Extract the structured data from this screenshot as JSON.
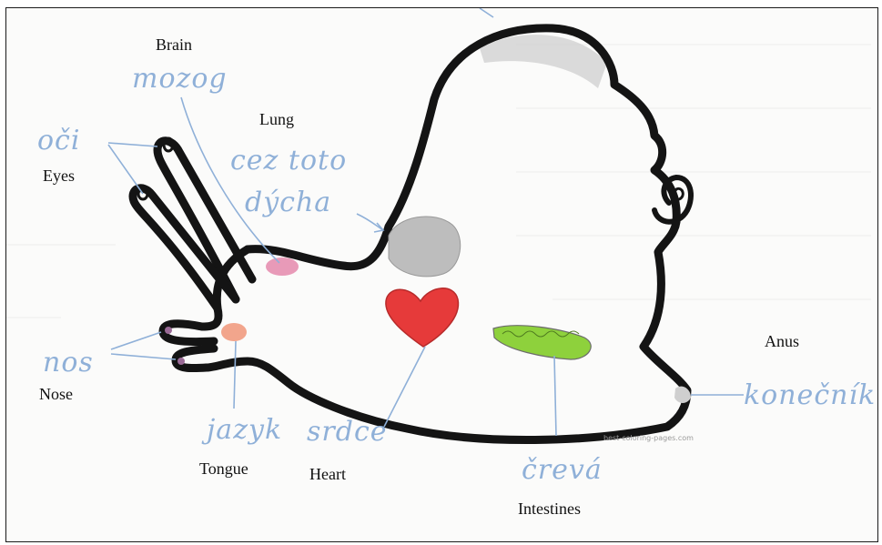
{
  "labels": {
    "brain": "Brain",
    "lung": "Lung",
    "eyes": "Eyes",
    "nose": "Nose",
    "tongue": "Tongue",
    "heart": "Heart",
    "intestines": "Intestines",
    "anus": "Anus"
  },
  "handwritten": {
    "mozog": "mozog",
    "oci": "oči",
    "cez_toto": "cez toto",
    "dycha": "dýcha",
    "nos": "nos",
    "jazyk": "jazyk",
    "srdce": "srdce",
    "creva": "črevá",
    "konecnik": "konečník"
  },
  "watermark": "best-coloring-pages.com",
  "colors": {
    "outline": "#141414",
    "pencil_blue": "#8fb0d8",
    "heart": "#e63a3a",
    "intestines": "#8ed13c",
    "lung": "#bdbdbd",
    "brain": "#e89ab8",
    "tongue": "#f2a58c",
    "nose_tip": "#9a6a96"
  }
}
